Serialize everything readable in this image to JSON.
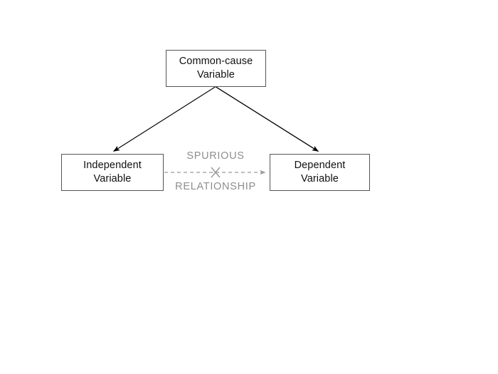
{
  "diagram": {
    "title": "Spurious relationship common-cause diagram",
    "background_color": "#ffffff",
    "nodes": [
      {
        "id": "common-cause",
        "label": "Common-cause\nVariable",
        "border_color": "#555555",
        "text_color": "#101010"
      },
      {
        "id": "independent",
        "label": "Independent\nVariable",
        "border_color": "#555555",
        "text_color": "#101010"
      },
      {
        "id": "dependent",
        "label": "Dependent\nVariable",
        "border_color": "#555555",
        "text_color": "#101010"
      }
    ],
    "edges": [
      {
        "id": "common-cause-to-independent",
        "from": "common-cause",
        "to": "independent",
        "style": "solid",
        "color": "#000000",
        "arrowhead": "filled"
      },
      {
        "id": "common-cause-to-dependent",
        "from": "common-cause",
        "to": "dependent",
        "style": "solid",
        "color": "#000000",
        "arrowhead": "filled"
      },
      {
        "id": "independent-to-dependent",
        "from": "independent",
        "to": "dependent",
        "style": "dashed",
        "color": "#9a9a9a",
        "arrowhead": "filled",
        "negated": true,
        "negation_mark": "X",
        "caption_top": "SPURIOUS",
        "caption_bottom": "RELATIONSHIP",
        "caption_color": "#8e8e8e"
      }
    ]
  }
}
